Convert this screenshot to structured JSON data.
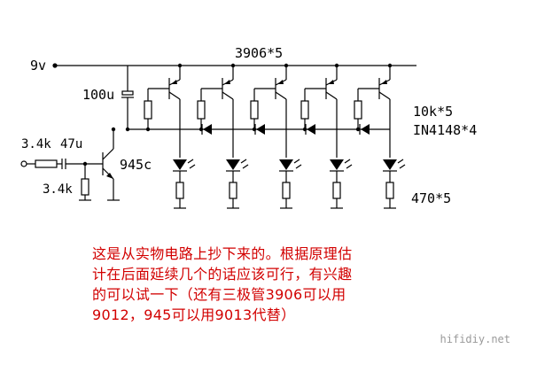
{
  "labels": {
    "supply": "9v",
    "pnp_transistors": "3906*5",
    "capacitor": "100u",
    "base_resistors": "10k*5",
    "diodes": "IN4148*4",
    "input_resistor": "3.4k",
    "input_capacitor": "47u",
    "bias_resistor": "3.4k",
    "npn_transistor": "945c",
    "led_resistors": "470*5"
  },
  "note": {
    "lines": [
      "这是从实物电路上抄下来的。根据原理估",
      "计在后面延续几个的话应该可行，有兴趣",
      "的可以试一下（还有三极管3906可以用",
      "9012，945可以用9013代替）"
    ]
  },
  "watermark": "hifidiy.net",
  "colors": {
    "note_text": "#d20000",
    "wires": "#000000",
    "watermark": "#9a9a9a"
  }
}
